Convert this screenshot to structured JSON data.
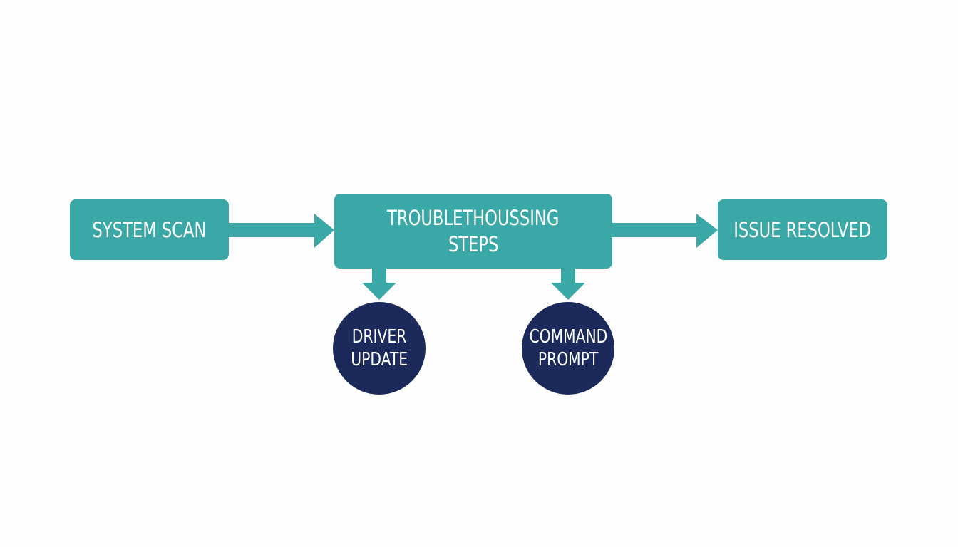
{
  "colors": {
    "background": "#fdfdfd",
    "teal": "#39a8a6",
    "navy": "#1b2a5a",
    "text": "#ffffff"
  },
  "nodes": {
    "system_scan": {
      "label": "SYSTEM SCAN"
    },
    "troubleshooting_steps": {
      "line1": "TROUBLETHOUSSING",
      "line2": "STEPS"
    },
    "issue_resolved": {
      "label": "ISSUE RESOLVED"
    },
    "driver_update": {
      "line1": "DRIVER",
      "line2": "UPDATE"
    },
    "command_prompt": {
      "line1": "COMMAND",
      "line2": "PROMPT"
    }
  },
  "edges": [
    {
      "from": "system_scan",
      "to": "troubleshooting_steps"
    },
    {
      "from": "troubleshooting_steps",
      "to": "issue_resolved"
    },
    {
      "from": "troubleshooting_steps",
      "to": "driver_update"
    },
    {
      "from": "troubleshooting_steps",
      "to": "command_prompt"
    }
  ]
}
